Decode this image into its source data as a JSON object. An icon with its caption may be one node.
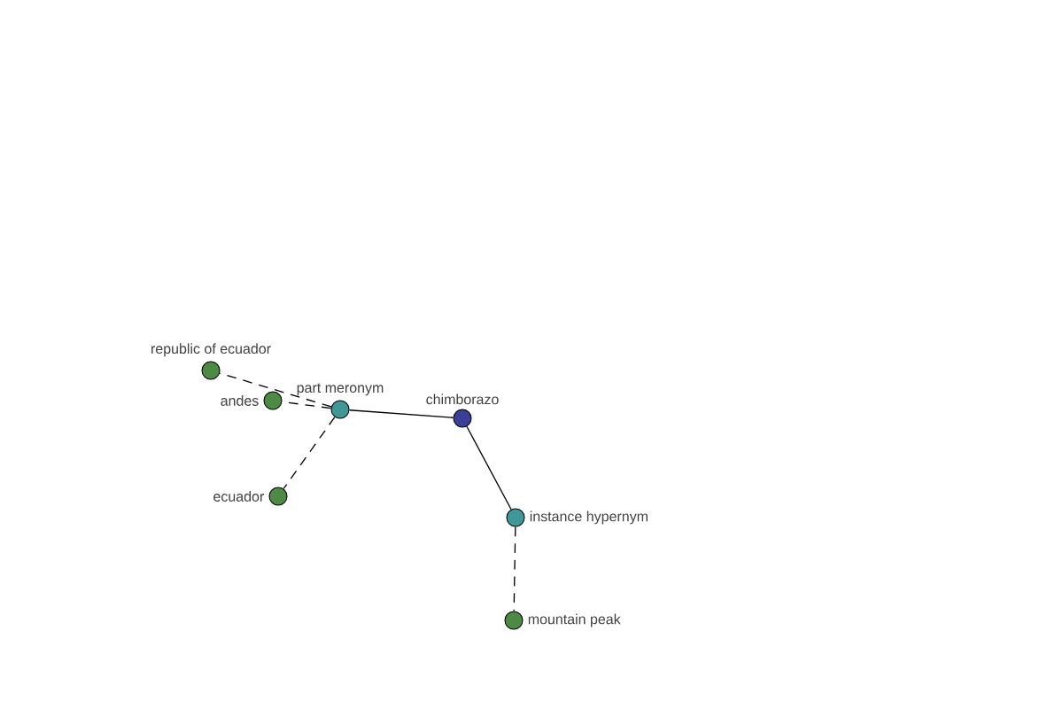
{
  "diagram": {
    "nodes": [
      {
        "text": [
          "republic of ecuador"
        ]
      },
      {
        "text": [
          "andes"
        ]
      },
      {
        "text": [
          "part meronym"
        ]
      },
      {
        "text": [
          "chimborazo"
        ]
      },
      {
        "text": [
          "ecuador"
        ]
      },
      {
        "text": [
          "instance hypernym"
        ]
      },
      {
        "text": [
          "mountain peak"
        ]
      }
    ],
    "edges": [
      {
        "from": 2,
        "to": 0,
        "arrow": "none",
        "style": "dashed"
      },
      {
        "from": 2,
        "to": 1,
        "arrow": "none",
        "style": "dashed"
      },
      {
        "from": 2,
        "to": 4,
        "arrow": "none",
        "style": "dashed"
      },
      {
        "from": 3,
        "to": 2,
        "arrow": "none"
      },
      {
        "from": 3,
        "to": 5,
        "arrow": "none"
      },
      {
        "from": 5,
        "to": 6,
        "arrow": "none",
        "style": "dashed"
      }
    ]
  }
}
